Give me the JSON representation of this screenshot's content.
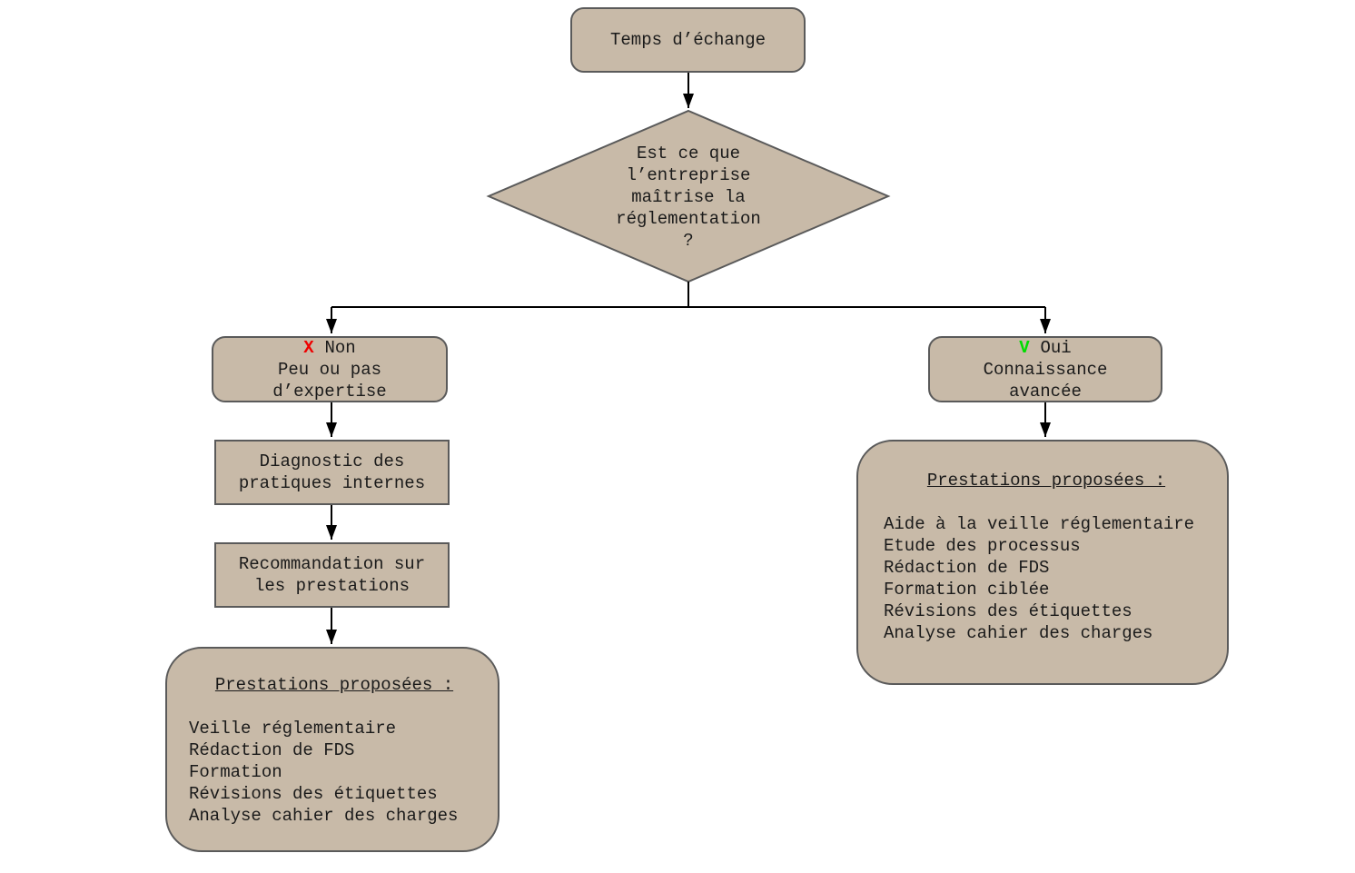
{
  "colors": {
    "node_fill": "#c8baa8",
    "node_border": "#5a5a5a",
    "connector": "#000000",
    "no_mark": "#ee0000",
    "yes_mark": "#00dd00"
  },
  "nodes": {
    "start": {
      "label": "Temps d’échange"
    },
    "decision": {
      "lines": [
        "Est ce que",
        "l’entreprise",
        "maîtrise la",
        "réglementation",
        "?"
      ]
    },
    "no_branch": {
      "mark": "X",
      "answer": "Non",
      "lines": [
        "Peu ou pas",
        "d’expertise"
      ]
    },
    "yes_branch": {
      "mark": "V",
      "answer": "Oui",
      "lines": [
        "Connaissance",
        "avancée"
      ]
    },
    "diagnostic": {
      "lines": [
        "Diagnostic des",
        "pratiques internes"
      ]
    },
    "recommandation": {
      "lines": [
        "Recommandation sur",
        "les prestations"
      ]
    },
    "left_prestations": {
      "title": "Prestations proposées :",
      "items": [
        "Veille réglementaire",
        "Rédaction de FDS",
        "Formation",
        "Révisions des étiquettes",
        "Analyse cahier des charges"
      ]
    },
    "right_prestations": {
      "title": "Prestations proposées :",
      "items": [
        "Aide à la veille réglementaire",
        "Etude des processus",
        "Rédaction de FDS",
        "Formation ciblée",
        "Révisions des étiquettes",
        "Analyse cahier des charges"
      ]
    }
  }
}
